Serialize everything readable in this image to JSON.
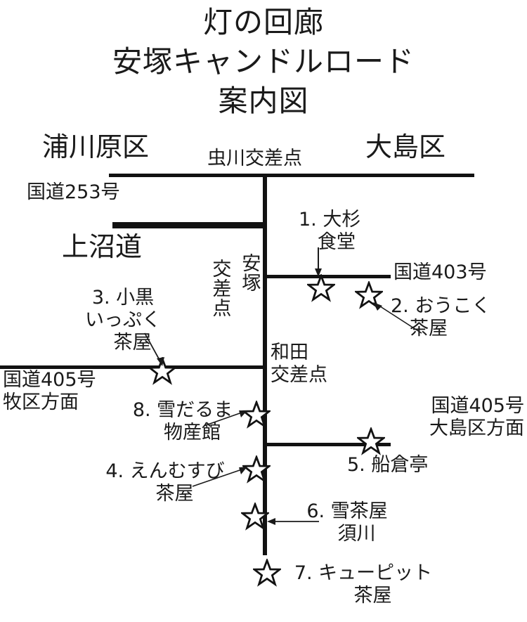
{
  "title": {
    "line1": "灯の回廊",
    "line2": "安塚キャンドルロード",
    "line3": "案内図"
  },
  "districts": {
    "left": "浦川原区",
    "right": "大島区"
  },
  "intersections": {
    "mushikawa": "虫川交差点",
    "yasuzuka_name": "安塚",
    "yasuzuka_suffix": "交差点",
    "wada": "和田\n交差点"
  },
  "roads": {
    "route253": "国道253号",
    "joshodo": "上沼道",
    "route403": "国道403号",
    "route405_left": "国道405号\n牧区方面",
    "route405_right": "国道405号\n大島区方面"
  },
  "spots": [
    {
      "num": "1",
      "label": "1. 大杉\n　食堂",
      "name": "大杉食堂"
    },
    {
      "num": "2",
      "label": "2. おうこく\n　茶屋",
      "name": "おうこく茶屋"
    },
    {
      "num": "3",
      "label": "3. 小黒\nいっぷく\n　茶屋",
      "name": "小黒いっぷく茶屋"
    },
    {
      "num": "4",
      "label": "4. えんむすび\n　茶屋",
      "name": "えんむすび茶屋"
    },
    {
      "num": "5",
      "label": "5. 船倉亭",
      "name": "船倉亭"
    },
    {
      "num": "6",
      "label": "6. 雪茶屋\n　須川",
      "name": "雪茶屋 須川"
    },
    {
      "num": "7",
      "label": "7. キューピット\n　茶屋",
      "name": "キューピット茶屋"
    },
    {
      "num": "8",
      "label": "8. 雪だるま\n　物産館",
      "name": "雪だるま物産館"
    }
  ],
  "colors": {
    "ink": "#1a1a1a",
    "road": "#121212",
    "background": "#ffffff"
  }
}
